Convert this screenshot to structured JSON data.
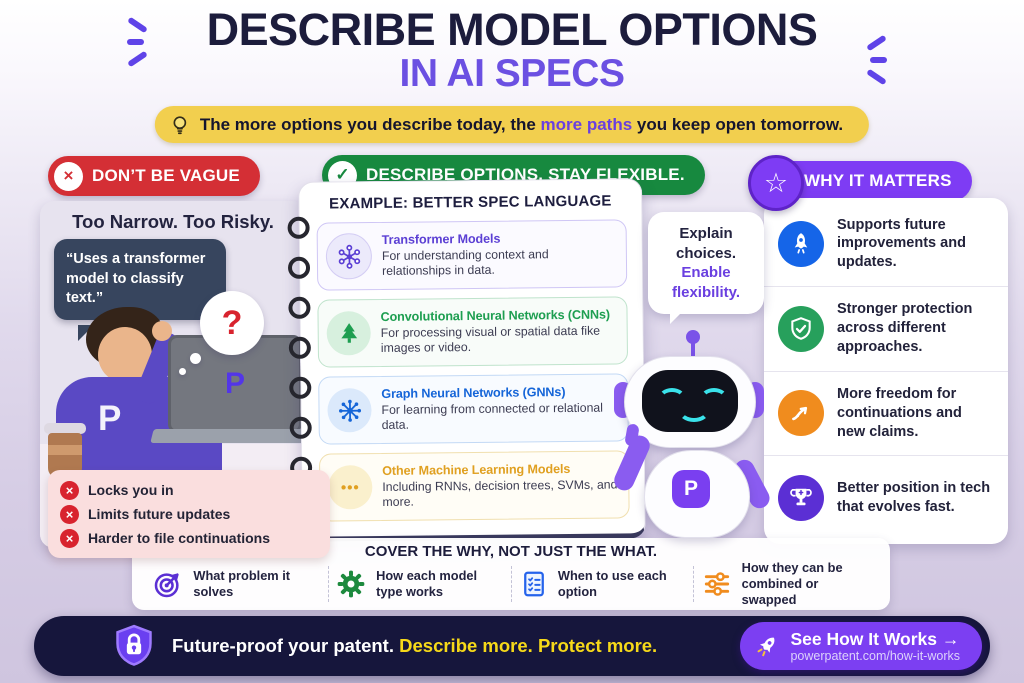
{
  "header": {
    "title_line1": "DESCRIBE MODEL OPTIONS",
    "title_line2": "IN AI SPECS",
    "banner_prefix": "The more options you describe today, the ",
    "banner_highlight": "more paths",
    "banner_suffix": " you keep open tomorrow."
  },
  "left_panel": {
    "badge_label": "DON’T BE VAGUE",
    "subtitle": "Too Narrow. Too Risky.",
    "quote": "“Uses a transformer model to classify text.”",
    "question_mark": "?",
    "avatar_logo": "P",
    "laptop_logo": "P",
    "warnings": [
      "Locks you in",
      "Limits future updates",
      "Harder to file continuations"
    ]
  },
  "middle_panel": {
    "badge_label": "DESCRIBE OPTIONS. STAY FLEXIBLE.",
    "notebook_title": "EXAMPLE: BETTER SPEC LANGUAGE",
    "items": [
      {
        "title": "Transformer Models",
        "desc": "For understanding context and relationships in data."
      },
      {
        "title": "Convolutional Neural Networks (CNNs)",
        "desc": "For processing visual or spatial data fike images or video."
      },
      {
        "title": "Graph Neural Networks (GNNs)",
        "desc": "For learning from connected or relational data."
      },
      {
        "title": "Other Machine Learning Models",
        "desc": "Including RNNs, decision trees, SVMs, and more."
      }
    ],
    "speech_line1": "Explain choices.",
    "speech_line2": "Enable flexibility.",
    "robot_logo": "P"
  },
  "right_panel": {
    "badge_label": "WHY IT MATTERS",
    "benefits": [
      {
        "icon": "rocket-icon",
        "text": "Supports future improvements and updates."
      },
      {
        "icon": "shield-check-icon",
        "text": "Stronger protection across different approaches."
      },
      {
        "icon": "trending-up-icon",
        "text": "More freedom for continuations and new claims."
      },
      {
        "icon": "trophy-icon",
        "text": "Better position in tech that evolves fast."
      }
    ]
  },
  "bottom_band": {
    "title": "COVER THE WHY, NOT JUST THE WHAT.",
    "items": [
      {
        "icon": "target-icon",
        "text": "What problem it solves"
      },
      {
        "icon": "gear-icon",
        "text": "How each model type works"
      },
      {
        "icon": "checklist-icon",
        "text": "When to use each option"
      },
      {
        "icon": "sliders-icon",
        "text": "How they can be combined or swapped"
      }
    ]
  },
  "footer": {
    "tagline_primary": "Future-proof your patent.",
    "tagline_accent": "Describe more. Protect more.",
    "cta_label": "See How It Works →",
    "cta_url": "powerpatent.com/how-it-works"
  },
  "icons": {
    "x_glyph": "×",
    "check_glyph": "✓",
    "star_glyph": "☆",
    "dots_glyph": "•••"
  },
  "colors": {
    "title_navy": "#1c1c3c",
    "accent_purple": "#6b50e2",
    "banner_yellow": "#f2cf4e",
    "badge_red": "#d42f35",
    "badge_green": "#17893f",
    "badge_purple": "#7e3cf4",
    "quote_navy": "#37455e",
    "warning_pink": "#fadede",
    "footer_navy": "#16163c",
    "cta_purple": "#7c3ff2",
    "item_purple": "#5b3fd4",
    "item_green": "#1d9e50",
    "item_blue": "#1565d8",
    "item_amber": "#e0a021",
    "benefit_blue": "#1565e8",
    "benefit_green": "#27a05c",
    "benefit_orange": "#f08c1e",
    "benefit_purple": "#5b2fd4"
  }
}
